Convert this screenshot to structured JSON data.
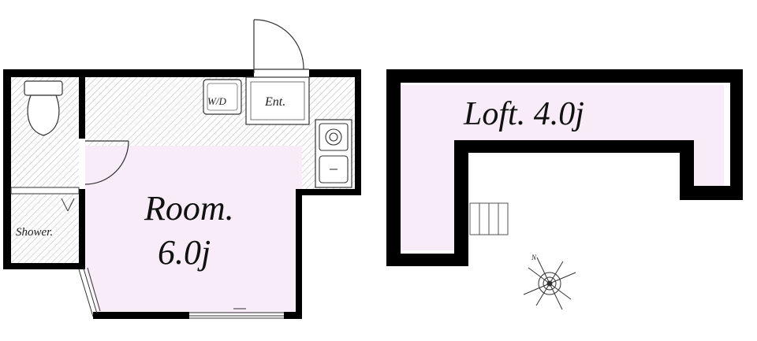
{
  "rooms": {
    "room_name": "Room.",
    "room_size": "6.0j",
    "loft_label": "Loft. 4.0j",
    "shower_label": "Shower.",
    "entrance_label": "Ent.",
    "washer_label": "W/D",
    "compass_letter": "N"
  },
  "colors": {
    "wall": "#000000",
    "floor_room": "#f7ecf7",
    "hatch": "#9a9a9a",
    "door_line": "#333333"
  },
  "icons": [
    "toilet-icon",
    "door-swing-icon",
    "stove-icon",
    "sink-icon",
    "stairs-icon",
    "compass-icon"
  ]
}
